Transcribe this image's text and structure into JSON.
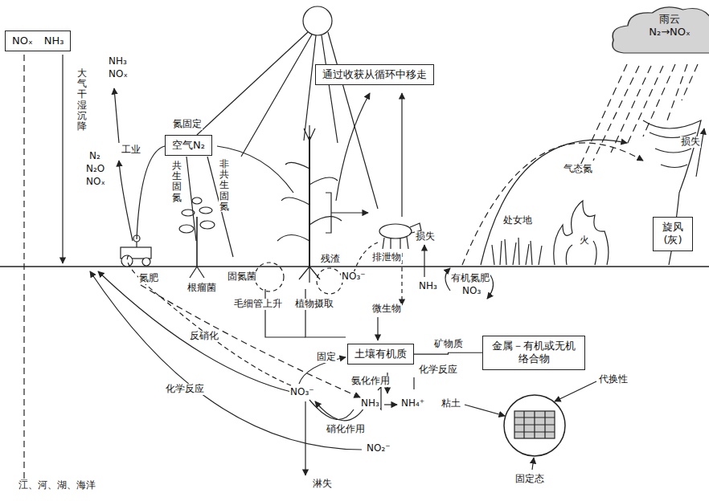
{
  "diagram": {
    "nodes": [
      {
        "text": [
          "NOₓ",
          "NH₃"
        ]
      },
      {
        "text": [
          "空气N₂"
        ]
      },
      {
        "text": [
          "通过收获从循环中移走"
        ]
      },
      {
        "text": [
          "土壤有机质"
        ]
      },
      {
        "text": [
          "金属－有机或无机络合物"
        ]
      },
      {
        "text": [
          "雨云",
          "N₂→NOₓ"
        ]
      },
      {
        "text": [
          "旋风 (灰)"
        ]
      }
    ],
    "edges": [
      {
        "from": 3,
        "to": 4,
        "label": "矿物质",
        "arrow": "none"
      }
    ],
    "labels": [
      "NH₃",
      "NOₓ",
      "氮固定",
      "工业",
      "共生固氮",
      "非共生固氮",
      "大气干湿沉降",
      "N₂",
      "N₂O",
      "NOₓ",
      "氮肥",
      "根瘤菌",
      "固氮菌",
      "毛细管上升",
      "植物摄取",
      "残渣",
      "排泄物",
      "损失",
      "NO₃⁻",
      "NH₃",
      "有机氮肥",
      "NO₃",
      "处女地",
      "气态氮",
      "火",
      "损失",
      "微生物",
      "固定",
      "氨化作用",
      "化学反应",
      "NO₃⁻",
      "NH₃",
      "NH₄⁺",
      "粘土",
      "代换性",
      "固定态",
      "反硝化",
      "硝化作用",
      "化学反应",
      "淋失",
      "NO₂⁻",
      "江、河、湖、海洋"
    ]
  }
}
